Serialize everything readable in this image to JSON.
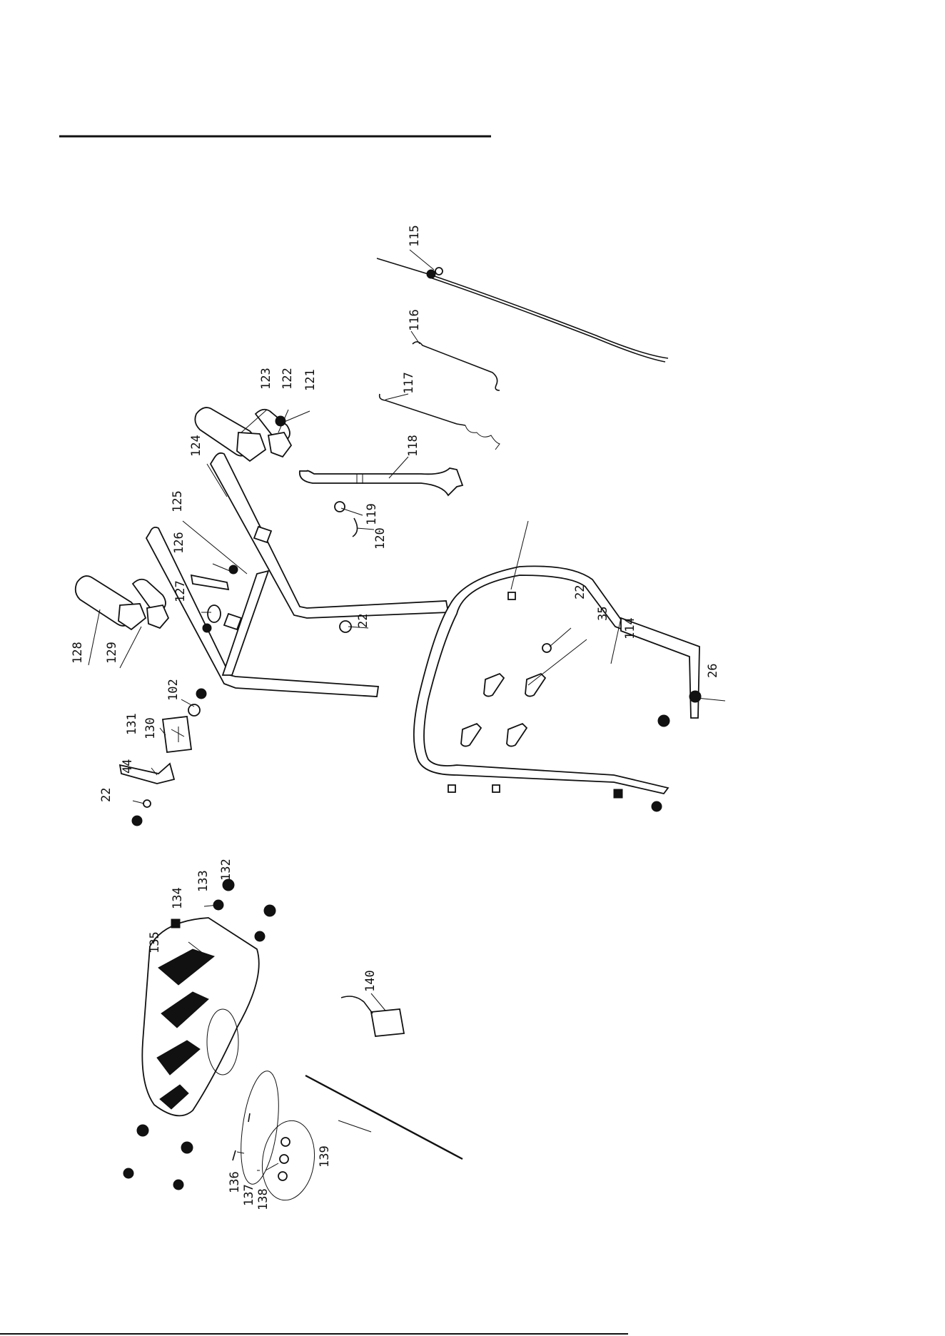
{
  "diagram": {
    "labels": {
      "p115": "115",
      "p116": "116",
      "p117": "117",
      "p118": "118",
      "p119": "119",
      "p120": "120",
      "p121": "121",
      "p122": "122",
      "p123": "123",
      "p124": "124",
      "p125": "125",
      "p126": "126",
      "p127": "127",
      "p128": "128",
      "p129": "129",
      "p102": "102",
      "p130": "130",
      "p131": "131",
      "p44": "44",
      "p22a": "22",
      "p22b": "22",
      "p22c": "22",
      "p35": "35",
      "p114": "114",
      "p26": "26",
      "p132": "132",
      "p133": "133",
      "p134": "134",
      "p135": "135",
      "p140": "140",
      "p139": "139",
      "p136": "136",
      "p137": "137",
      "p138": "138"
    }
  }
}
